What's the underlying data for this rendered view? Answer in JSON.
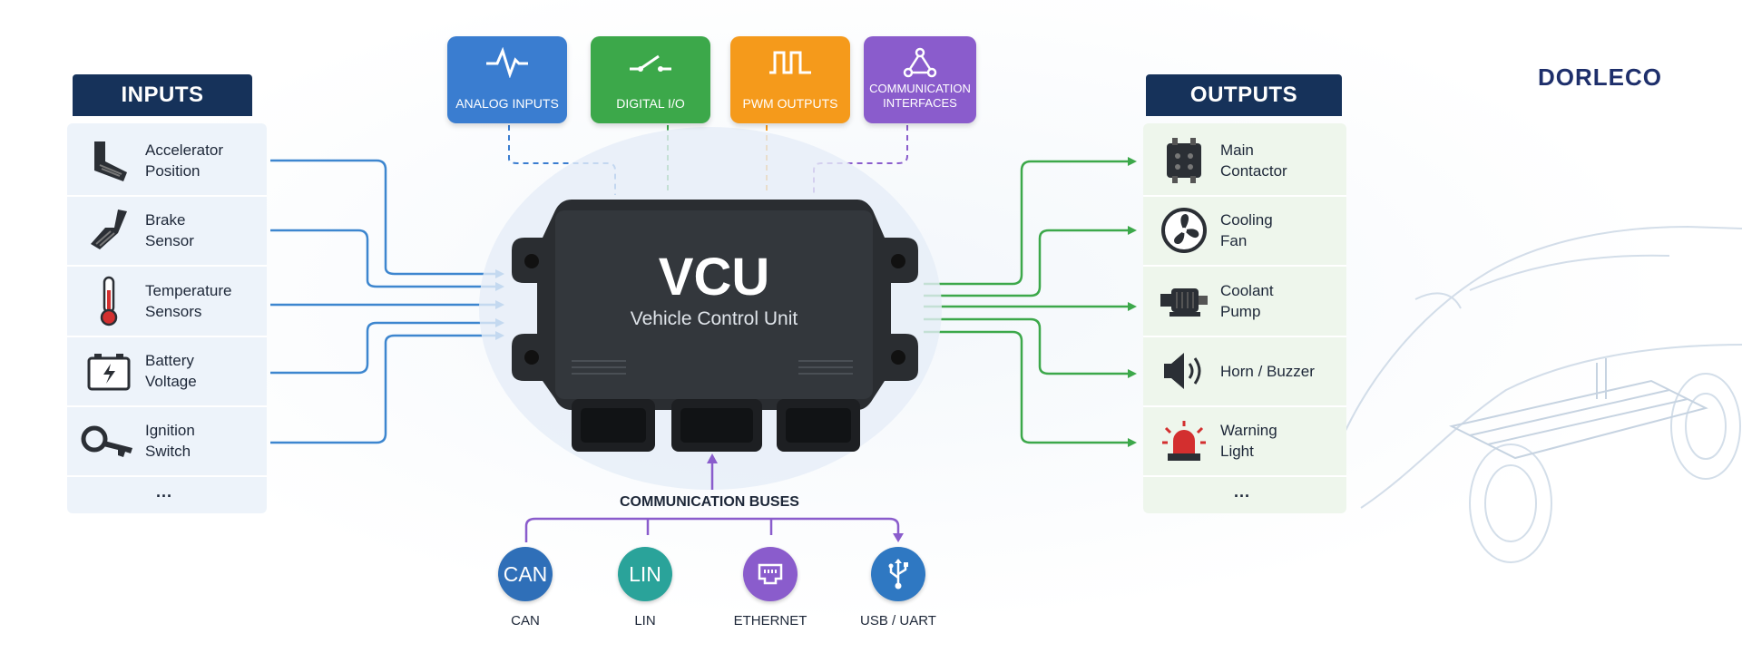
{
  "logo": "DORLECO",
  "inputs": {
    "header": "INPUTS",
    "items": [
      {
        "label": "Accelerator\nPosition",
        "icon": "accelerator-pedal-icon"
      },
      {
        "label": "Brake\nSensor",
        "icon": "brake-pedal-icon"
      },
      {
        "label": "Temperature\nSensors",
        "icon": "thermometer-icon"
      },
      {
        "label": "Battery\nVoltage",
        "icon": "battery-icon"
      },
      {
        "label": "Ignition\nSwitch",
        "icon": "key-icon"
      }
    ],
    "more": "..."
  },
  "outputs": {
    "header": "OUTPUTS",
    "items": [
      {
        "label": "Main\nContactor",
        "icon": "contactor-icon"
      },
      {
        "label": "Cooling\nFan",
        "icon": "fan-icon"
      },
      {
        "label": "Coolant\nPump",
        "icon": "pump-icon"
      },
      {
        "label": "Horn / Buzzer",
        "icon": "speaker-icon"
      },
      {
        "label": "Warning\nLight",
        "icon": "warning-light-icon"
      }
    ],
    "more": "..."
  },
  "interfaces": [
    {
      "label": "ANALOG INPUTS",
      "color": "#3a7dd0",
      "icon": "waveform-icon"
    },
    {
      "label": "DIGITAL I/O",
      "color": "#3ca84a",
      "icon": "switch-icon"
    },
    {
      "label": "PWM OUTPUTS",
      "color": "#f59a1b",
      "icon": "square-wave-icon"
    },
    {
      "label": "COMMUNICATION\nINTERFACES",
      "color": "#8a5ccc",
      "icon": "network-nodes-icon"
    }
  ],
  "vcu": {
    "title": "VCU",
    "subtitle": "Vehicle Control Unit"
  },
  "buses": {
    "title": "COMMUNICATION BUSES",
    "items": [
      {
        "badge": "CAN",
        "label": "CAN",
        "color": "#2f6fb8"
      },
      {
        "badge": "LIN",
        "label": "LIN",
        "color": "#2aa39a"
      },
      {
        "badge": "",
        "label": "ETHERNET",
        "color": "#8a5ccc",
        "icon": "ethernet-port-icon"
      },
      {
        "badge": "",
        "label": "USB / UART",
        "color": "#2f78c2",
        "icon": "usb-icon"
      }
    ]
  },
  "colors": {
    "input_line": "#3d86cf",
    "output_line": "#3ca84a",
    "bus_line": "#8a5ccc",
    "header": "#16325a"
  }
}
